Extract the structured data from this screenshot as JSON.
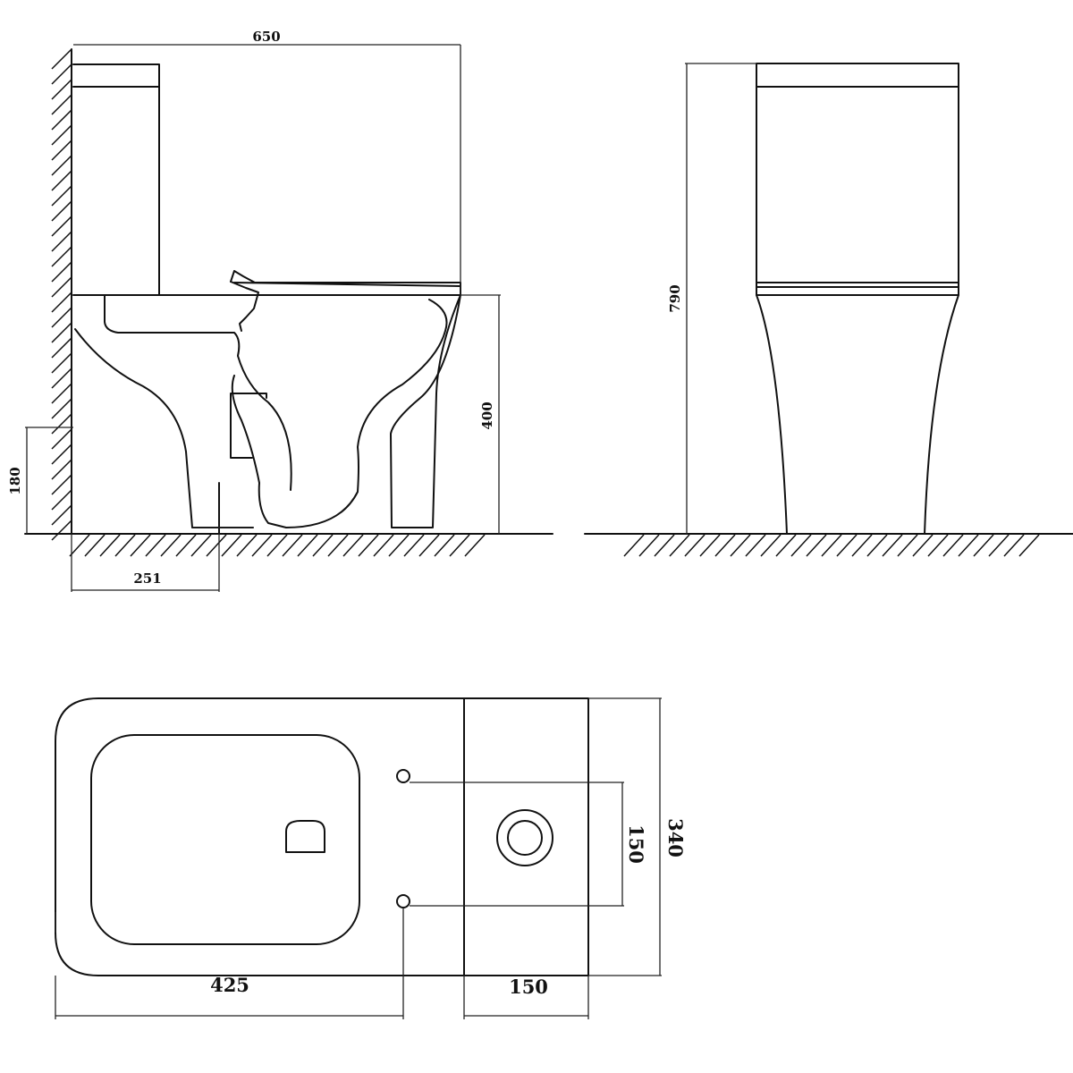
{
  "dimensions": {
    "front_width": "650",
    "total_height": "790",
    "seat_height": "400",
    "inlet_height": "180",
    "outlet_distance": "251",
    "bowl_length": "425",
    "tank_depth": "150",
    "fixing_spacing": "150",
    "overall_width": "340"
  }
}
